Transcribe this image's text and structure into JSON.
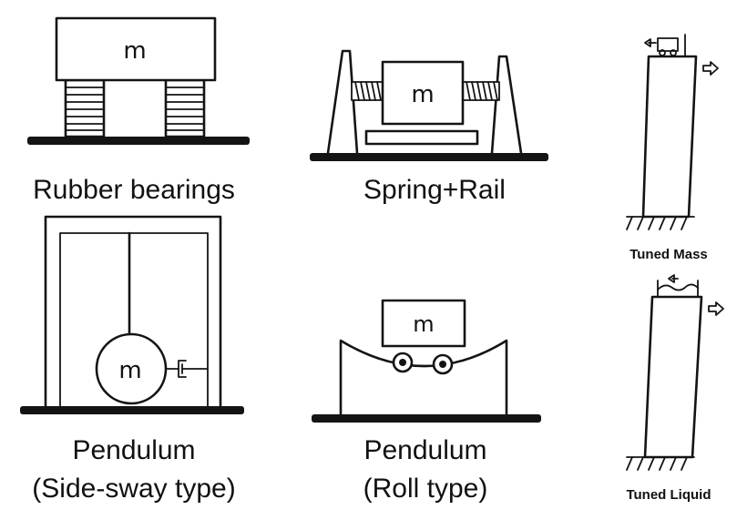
{
  "panels": {
    "rubber_bearings": {
      "caption": "Rubber bearings",
      "mass_label": "m"
    },
    "spring_rail": {
      "caption": "Spring+Rail",
      "mass_label": "m"
    },
    "pendulum_side_sway": {
      "caption_line1": "Pendulum",
      "caption_line2": "(Side-sway type)",
      "mass_label": "m"
    },
    "pendulum_roll": {
      "caption_line1": "Pendulum",
      "caption_line2": "(Roll type)",
      "mass_label": "m"
    },
    "tuned_mass": {
      "caption": "Tuned Mass"
    },
    "tuned_liquid": {
      "caption": "Tuned Liquid"
    }
  },
  "colors": {
    "ink": "#141414",
    "background": "#ffffff"
  }
}
